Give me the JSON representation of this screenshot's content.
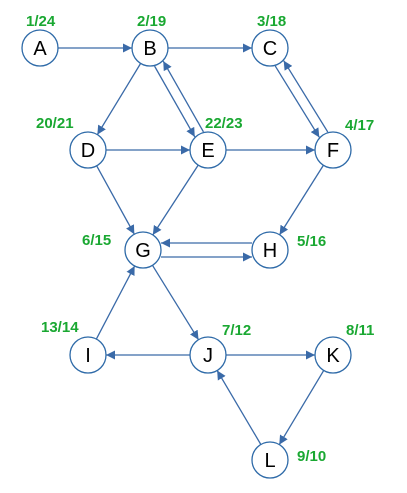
{
  "colors": {
    "edge": "#3a6aa8",
    "node_stroke": "#2e6aa8",
    "time_label": "#1aa832"
  },
  "nodes": [
    {
      "id": "A",
      "label": "A",
      "times": "1/24"
    },
    {
      "id": "B",
      "label": "B",
      "times": "2/19"
    },
    {
      "id": "C",
      "label": "C",
      "times": "3/18"
    },
    {
      "id": "D",
      "label": "D",
      "times": "20/21"
    },
    {
      "id": "E",
      "label": "E",
      "times": "22/23"
    },
    {
      "id": "F",
      "label": "F",
      "times": "4/17"
    },
    {
      "id": "G",
      "label": "G",
      "times": "6/15"
    },
    {
      "id": "H",
      "label": "H",
      "times": "5/16"
    },
    {
      "id": "I",
      "label": "I",
      "times": "13/14"
    },
    {
      "id": "J",
      "label": "J",
      "times": "7/12"
    },
    {
      "id": "K",
      "label": "K",
      "times": "8/11"
    },
    {
      "id": "L",
      "label": "L",
      "times": "9/10"
    }
  ],
  "edges": [
    {
      "from": "A",
      "to": "B"
    },
    {
      "from": "B",
      "to": "C"
    },
    {
      "from": "B",
      "to": "D"
    },
    {
      "from": "B",
      "to": "E"
    },
    {
      "from": "E",
      "to": "B"
    },
    {
      "from": "C",
      "to": "F"
    },
    {
      "from": "F",
      "to": "C"
    },
    {
      "from": "D",
      "to": "E"
    },
    {
      "from": "E",
      "to": "F"
    },
    {
      "from": "D",
      "to": "G"
    },
    {
      "from": "E",
      "to": "G"
    },
    {
      "from": "F",
      "to": "H"
    },
    {
      "from": "G",
      "to": "H"
    },
    {
      "from": "H",
      "to": "G"
    },
    {
      "from": "G",
      "to": "J"
    },
    {
      "from": "I",
      "to": "G"
    },
    {
      "from": "J",
      "to": "I"
    },
    {
      "from": "J",
      "to": "K"
    },
    {
      "from": "K",
      "to": "L"
    },
    {
      "from": "L",
      "to": "J"
    }
  ]
}
